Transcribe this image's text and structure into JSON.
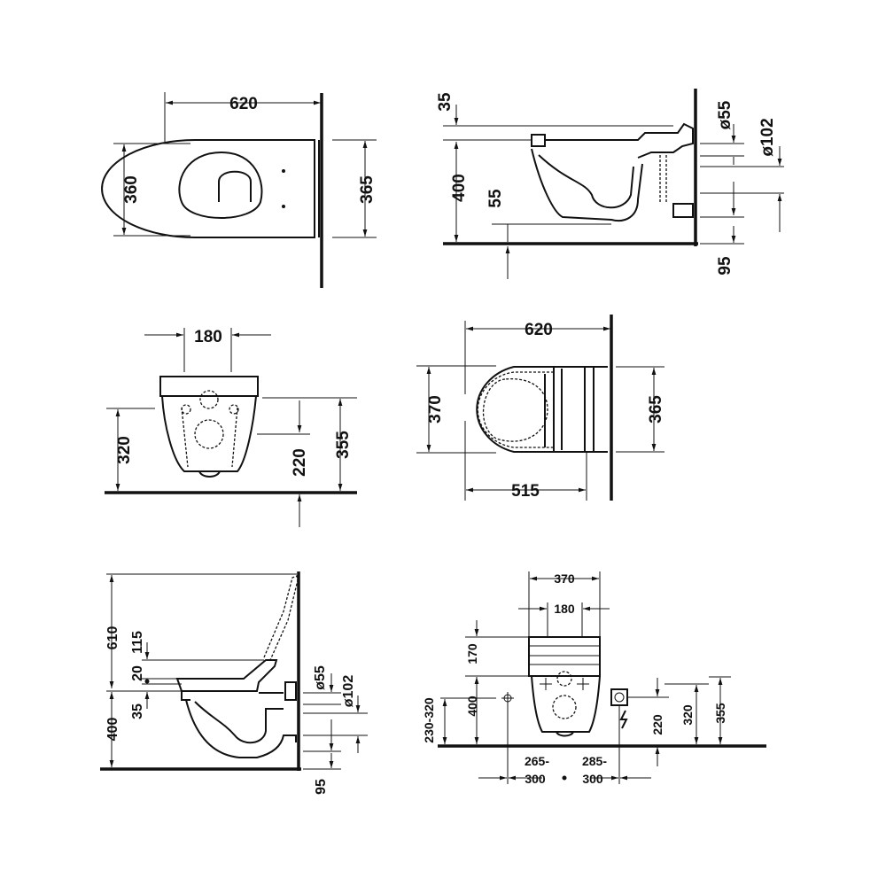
{
  "views": {
    "top_view": {
      "width": "620",
      "depth_left": "360",
      "depth_right": "365"
    },
    "side_view": {
      "d35": "35",
      "d400": "400",
      "d55": "55",
      "dia55": "ø55",
      "dia102": "ø102",
      "d95": "95"
    },
    "front_view": {
      "d180": "180",
      "d320": "320",
      "d220": "220",
      "d355": "355"
    },
    "seat_top_view": {
      "width": "620",
      "depth_left": "370",
      "depth_right": "365",
      "d515": "515"
    },
    "side_seat_view": {
      "d610": "610",
      "d115": "115",
      "d20": "20",
      "d35": "35",
      "d400": "400",
      "dia55": "ø55",
      "dia102": "ø102",
      "d95": "95"
    },
    "install_front_view": {
      "d370": "370",
      "d180": "180",
      "d170": "170",
      "d400": "400",
      "d230_320": "230-320",
      "d220": "220",
      "d320": "320",
      "d355": "355",
      "d265_300_a": "265-",
      "d265_300_b": "300",
      "d285_300_a": "285-",
      "d285_300_b": "300"
    }
  }
}
